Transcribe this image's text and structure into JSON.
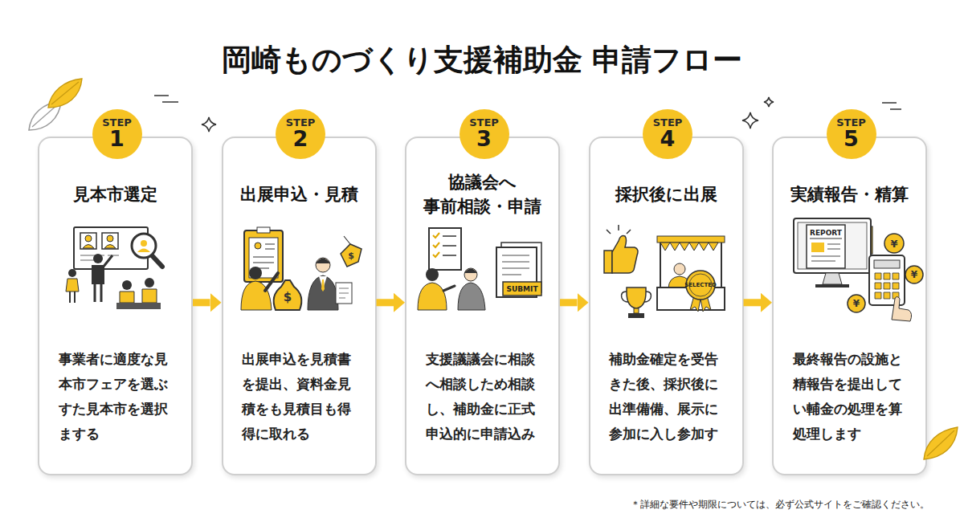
{
  "diagram": {
    "title": "岡崎ものづくり支援補助金 申請フロー",
    "nodes": [
      {
        "text": [
          "見本市選定",
          "事業者に適度な見 本市フェアを選ぶ すた見本市を選択 まする"
        ]
      },
      {
        "text": [
          "STEP",
          "1"
        ],
        "in": 0
      },
      {
        "text": [
          "出展申込・見積",
          "出展申込を見積書 を提出、資料金見 積をも見積目も得 得に取れる"
        ]
      },
      {
        "text": [
          "STEP",
          "2"
        ],
        "in": 2
      },
      {
        "text": [
          "協議会へ 事前相談・申請",
          "支援議議会に相談 へ相談しため相談 し、補助金に正式 申込的に申請込み"
        ]
      },
      {
        "text": [
          "STEP",
          "3"
        ],
        "in": 4
      },
      {
        "text": [
          "採択後に出展",
          "補助金確定を受告 きた後、採択後に 出準備備、展示に 参加に入し参加す"
        ]
      },
      {
        "text": [
          "STEP",
          "4"
        ],
        "in": 6
      },
      {
        "text": [
          "実績報告・精算",
          "最終報告の設施と 精報告を提出して い輔金の処理を算 処理します"
        ]
      },
      {
        "text": [
          "STEP",
          "5"
        ],
        "in": 8
      }
    ],
    "edges": [
      {
        "from": 0,
        "to": 2,
        "arrow": "to"
      },
      {
        "from": 2,
        "to": 4,
        "arrow": "to"
      },
      {
        "from": 4,
        "to": 6,
        "arrow": "to"
      },
      {
        "from": 6,
        "to": 8,
        "arrow": "to"
      }
    ],
    "labels": [
      "$",
      "$",
      "SUBMIT",
      "SELECTED",
      "REPORT",
      "¥",
      "¥",
      "¥",
      "＊詳細な要件や期限については、必ず公式サイトをご確認ください。"
    ]
  }
}
